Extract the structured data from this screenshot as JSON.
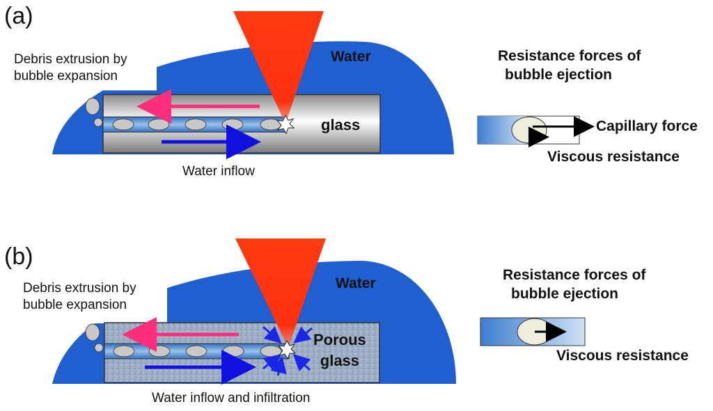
{
  "panel_a": {
    "letter": "(a)",
    "debris_label": [
      "Debris extrusion by",
      "bubble expansion"
    ],
    "water_label": "Water",
    "material_label": "glass",
    "inflow_label": "Water inflow",
    "resistance_title": [
      "Resistance forces of",
      "bubble ejection"
    ],
    "capillary_label": "Capillary force",
    "viscous_label": "Viscous resistance"
  },
  "panel_b": {
    "letter": "(b)",
    "debris_label": [
      "Debris extrusion by",
      "bubble expansion"
    ],
    "water_label": "Water",
    "material_label": [
      "Porous",
      "glass"
    ],
    "inflow_label": "Water inflow and infiltration",
    "resistance_title": [
      "Resistance forces of",
      "bubble ejection"
    ],
    "viscous_label": "Viscous resistance"
  },
  "colors": {
    "water": "#1f5fd0",
    "laser": "#ff3a1a",
    "channel": "#4f86c8",
    "outflow_arrow": "#ff2d7a",
    "inflow_arrow": "#1010e0",
    "bubble": "#c8c8c8"
  }
}
